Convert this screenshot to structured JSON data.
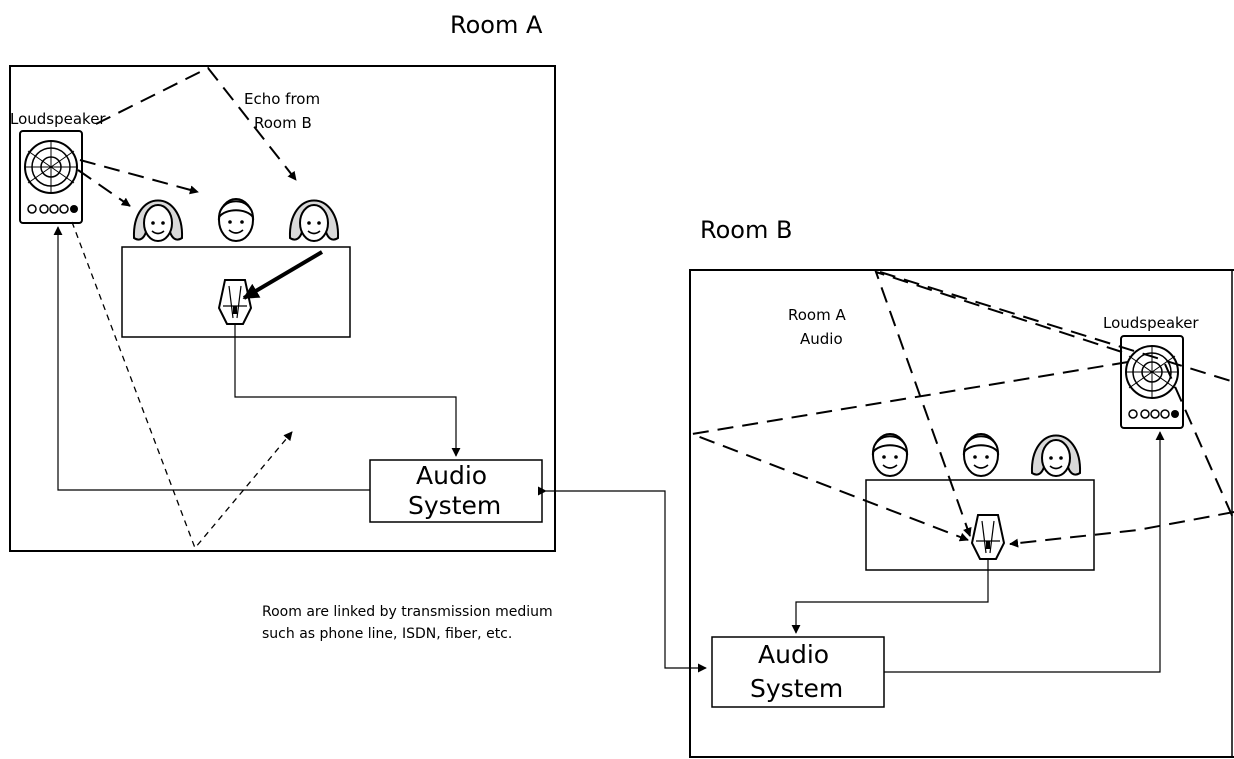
{
  "room_a": {
    "title": "Room A",
    "loudspeaker_label": "Loudspeaker",
    "echo_label_line1": "Echo from",
    "echo_label_line2": "Room B",
    "audio_system_line1": "Audio",
    "audio_system_line2": "System"
  },
  "room_b": {
    "title": "Room B",
    "loudspeaker_label": "Loudspeaker",
    "audio_label_line1": "Room A",
    "audio_label_line2": "Audio",
    "audio_system_line1": "Audio",
    "audio_system_line2": "System"
  },
  "transmission_note": {
    "line1": "Room are linked by transmission medium",
    "line2": "such as phone line, ISDN, fiber, etc."
  }
}
